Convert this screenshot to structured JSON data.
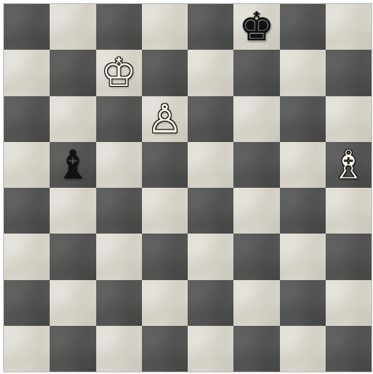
{
  "board": {
    "orientation": "white-bottom",
    "light_square_color": "#d8d5cb",
    "dark_square_color": "#555553",
    "pieces": [
      {
        "square": "f8",
        "color": "black",
        "type": "king",
        "icon": "black-king-icon",
        "glyph": "♚"
      },
      {
        "square": "c7",
        "color": "white",
        "type": "king",
        "icon": "white-king-icon",
        "glyph": "♔"
      },
      {
        "square": "d6",
        "color": "white",
        "type": "pawn",
        "icon": "white-pawn-icon",
        "glyph": "♙"
      },
      {
        "square": "b5",
        "color": "black",
        "type": "bishop",
        "icon": "black-bishop-icon",
        "glyph": "♝"
      },
      {
        "square": "h5",
        "color": "white",
        "type": "bishop",
        "icon": "white-bishop-icon",
        "glyph": "♗"
      }
    ]
  }
}
